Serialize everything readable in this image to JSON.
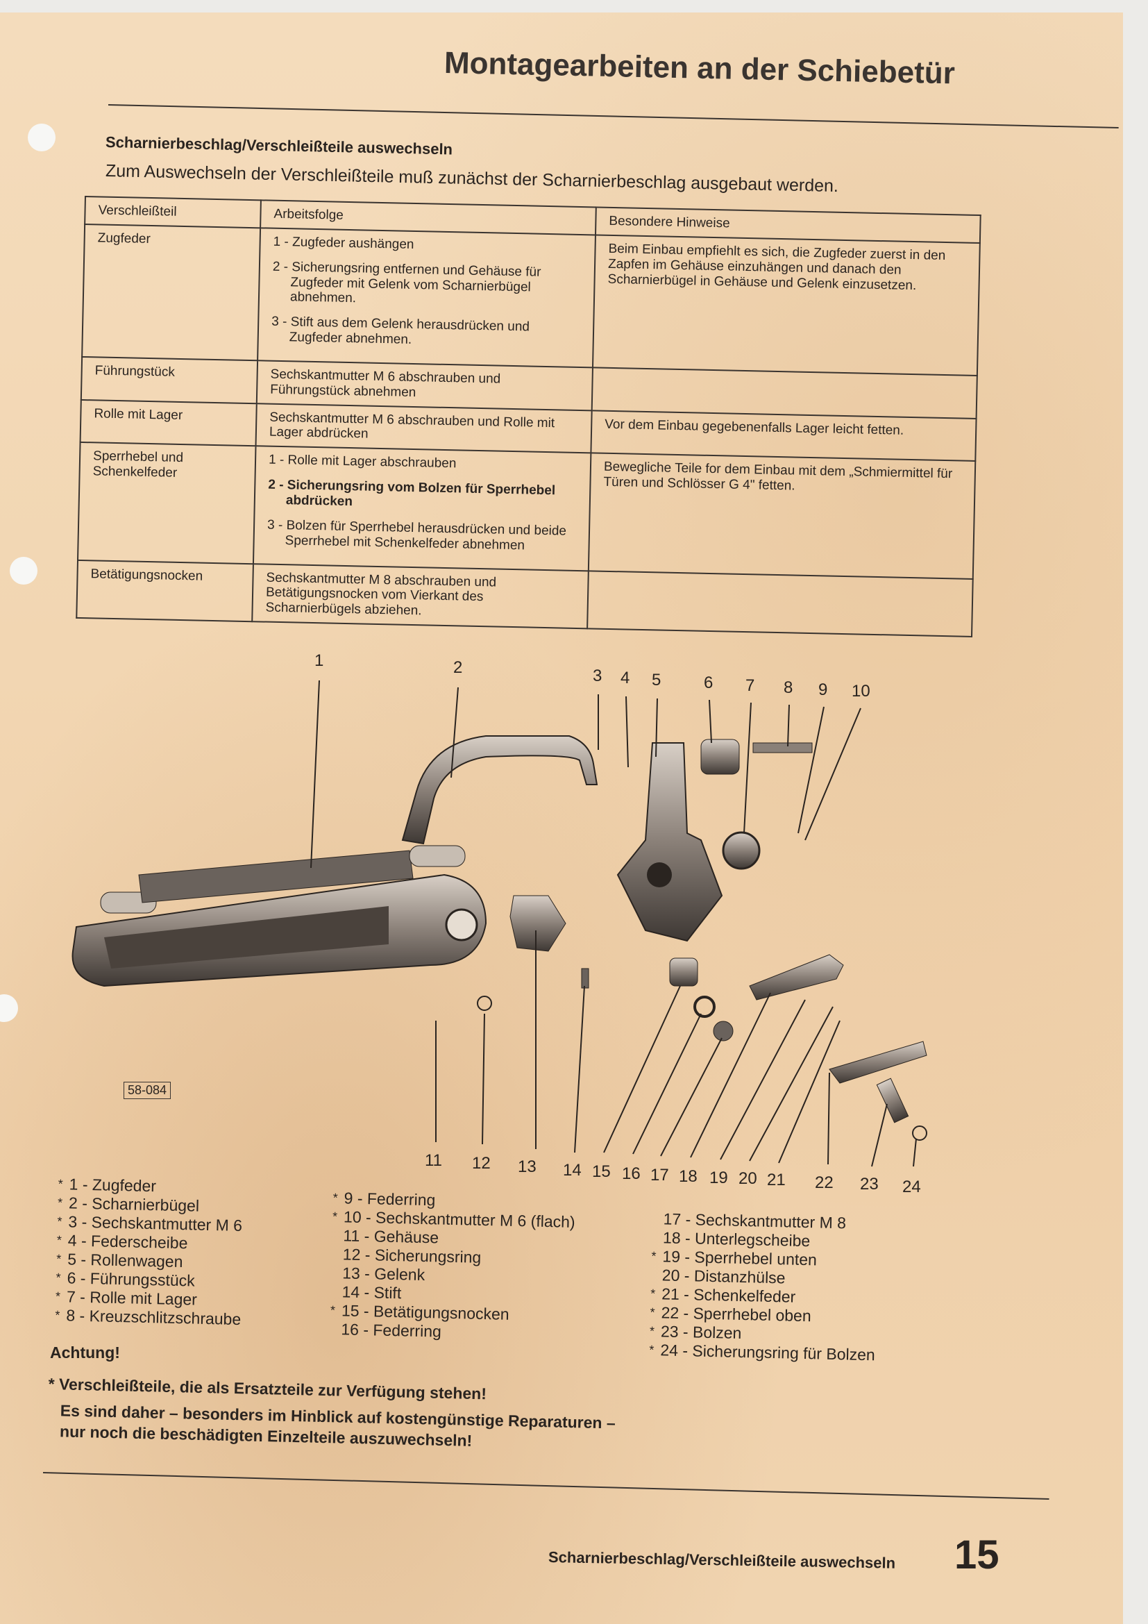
{
  "header": {
    "title": "Montagearbeiten an der Schiebetür"
  },
  "section": {
    "heading": "Scharnierbeschlag/Verschleißteile auswechseln",
    "intro": "Zum Auswechseln der Verschleißteile muß zunächst der Scharnierbeschlag ausgebaut werden."
  },
  "table": {
    "headers": [
      "Verschleißteil",
      "Arbeitsfolge",
      "Besondere Hinweise"
    ],
    "rows": [
      {
        "part": "Zugfeder",
        "steps": [
          "1 - Zugfeder aushängen",
          "2 - Sicherungsring entfernen und Gehäuse für Zugfeder mit Gelenk vom Scharnierbügel abnehmen.",
          "3 - Stift aus dem Gelenk herausdrücken und Zugfeder abnehmen."
        ],
        "note": "Beim Einbau empfiehlt es sich, die Zugfeder zuerst in den Zapfen im Gehäuse einzuhängen und danach den Scharnierbügel in Gehäuse und Gelenk einzusetzen."
      },
      {
        "part": "Führungstück",
        "steps": [
          "Sechskantmutter M 6 abschrauben und Führungstück abnehmen"
        ],
        "note": ""
      },
      {
        "part": "Rolle mit Lager",
        "steps": [
          "Sechskantmutter M 6 abschrauben und Rolle mit Lager abdrücken"
        ],
        "note": "Vor dem Einbau gegebenenfalls Lager leicht fetten."
      },
      {
        "part": "Sperrhebel und Schenkelfeder",
        "steps": [
          "1 - Rolle mit Lager abschrauben",
          "2 - Sicherungsring vom Bolzen für Sperrhebel abdrücken",
          "3 - Bolzen für Sperrhebel herausdrücken und beide Sperrhebel mit Schenkelfeder abnehmen"
        ],
        "note": "Bewegliche Teile for dem Einbau mit dem „Schmiermittel für Türen und Schlösser G 4\" fetten."
      },
      {
        "part": "Betätigungsnocken",
        "steps": [
          "Sechskantmutter M 8 abschrauben und Betätigungsnocken vom Vierkant des Scharnierbügels abziehen."
        ],
        "note": ""
      }
    ]
  },
  "diagram": {
    "code": "58-084",
    "callouts": [
      "1",
      "2",
      "3",
      "4",
      "5",
      "6",
      "7",
      "8",
      "9",
      "10",
      "11",
      "12",
      "13",
      "14",
      "15",
      "16",
      "17",
      "18",
      "19",
      "20",
      "21",
      "22",
      "23",
      "24"
    ]
  },
  "legend": {
    "star": "*",
    "col1": [
      {
        "text": "1 - Zugfeder",
        "starred": true
      },
      {
        "text": "2 - Scharnierbügel",
        "starred": true
      },
      {
        "text": "3 - Sechskantmutter M 6",
        "starred": true
      },
      {
        "text": "4 - Federscheibe",
        "starred": true
      },
      {
        "text": "5 - Rollenwagen",
        "starred": true
      },
      {
        "text": "6 - Führungsstück",
        "starred": true
      },
      {
        "text": "7 - Rolle mit Lager",
        "starred": true
      },
      {
        "text": "8 - Kreuzschlitzschraube",
        "starred": true
      }
    ],
    "col2": [
      {
        "text": "9 - Federring",
        "starred": true
      },
      {
        "text": "10 - Sechskantmutter M 6 (flach)",
        "starred": true
      },
      {
        "text": "11 - Gehäuse",
        "starred": false
      },
      {
        "text": "12 - Sicherungsring",
        "starred": false
      },
      {
        "text": "13 - Gelenk",
        "starred": false
      },
      {
        "text": "14 - Stift",
        "starred": false
      },
      {
        "text": "15 - Betätigungsnocken",
        "starred": true
      },
      {
        "text": "16 - Federring",
        "starred": false
      }
    ],
    "col3": [
      {
        "text": "17 - Sechskantmutter M 8",
        "starred": false
      },
      {
        "text": "18 - Unterlegscheibe",
        "starred": false
      },
      {
        "text": "19 - Sperrhebel unten",
        "starred": true
      },
      {
        "text": "20 - Distanzhülse",
        "starred": false
      },
      {
        "text": "21 - Schenkelfeder",
        "starred": true
      },
      {
        "text": "22 - Sperrhebel oben",
        "starred": true
      },
      {
        "text": "23 - Bolzen",
        "starred": true
      },
      {
        "text": "24 - Sicherungsring für Bolzen",
        "starred": true
      }
    ]
  },
  "warning": {
    "title": "Achtung!",
    "line1": "* Verschleißteile, die als Ersatzteile zur Verfügung stehen!",
    "line2": "Es sind daher – besonders im Hinblick auf kostengünstige Reparaturen –",
    "line3": "nur noch die beschädigten Einzelteile auszuwechseln!"
  },
  "footer": {
    "text": "Scharnierbeschlag/Verschleißteile auswechseln",
    "page": "15"
  }
}
